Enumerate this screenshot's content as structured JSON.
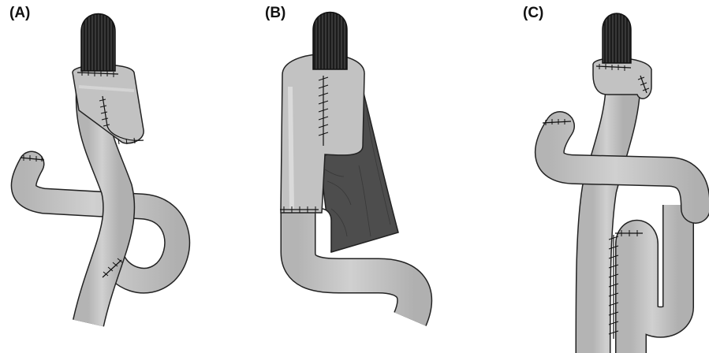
{
  "panels": [
    {
      "label": "(A)"
    },
    {
      "label": "(B)"
    },
    {
      "label": "(C)"
    }
  ],
  "colors": {
    "bowel_fill": "#c2c2c2",
    "bowel_highlight": "#e2e2e2",
    "outline": "#222222",
    "cap_fill": "#1c1c1c",
    "mesentery_fill": "#4a4a4a",
    "background": "#ffffff"
  }
}
